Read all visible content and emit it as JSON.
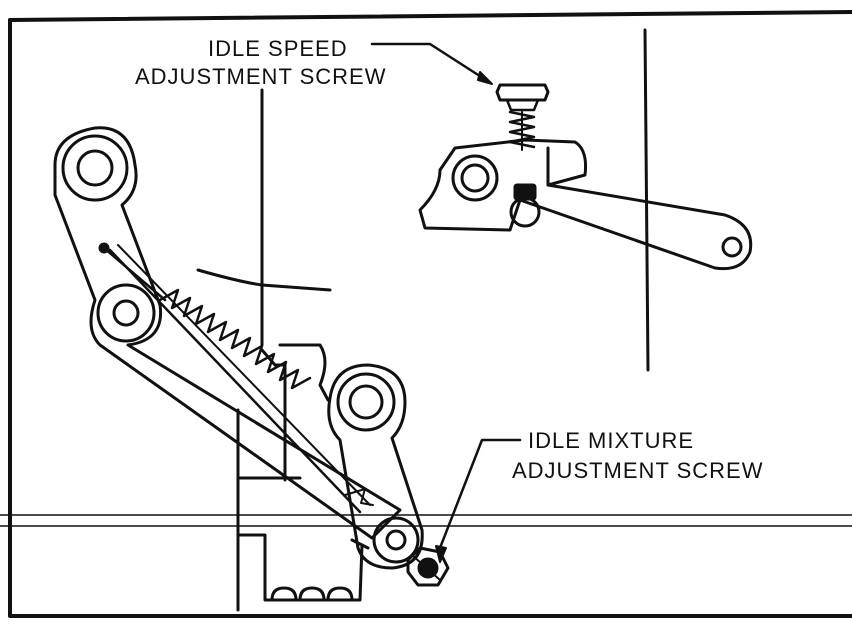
{
  "labels": {
    "idle_speed_line1": "IDLE SPEED",
    "idle_speed_line2": "ADJUSTMENT SCREW",
    "idle_mixture_line1": "IDLE MIXTURE",
    "idle_mixture_line2": "ADJUSTMENT SCREW"
  },
  "colors": {
    "ink": "#111111",
    "paper": "#ffffff"
  }
}
